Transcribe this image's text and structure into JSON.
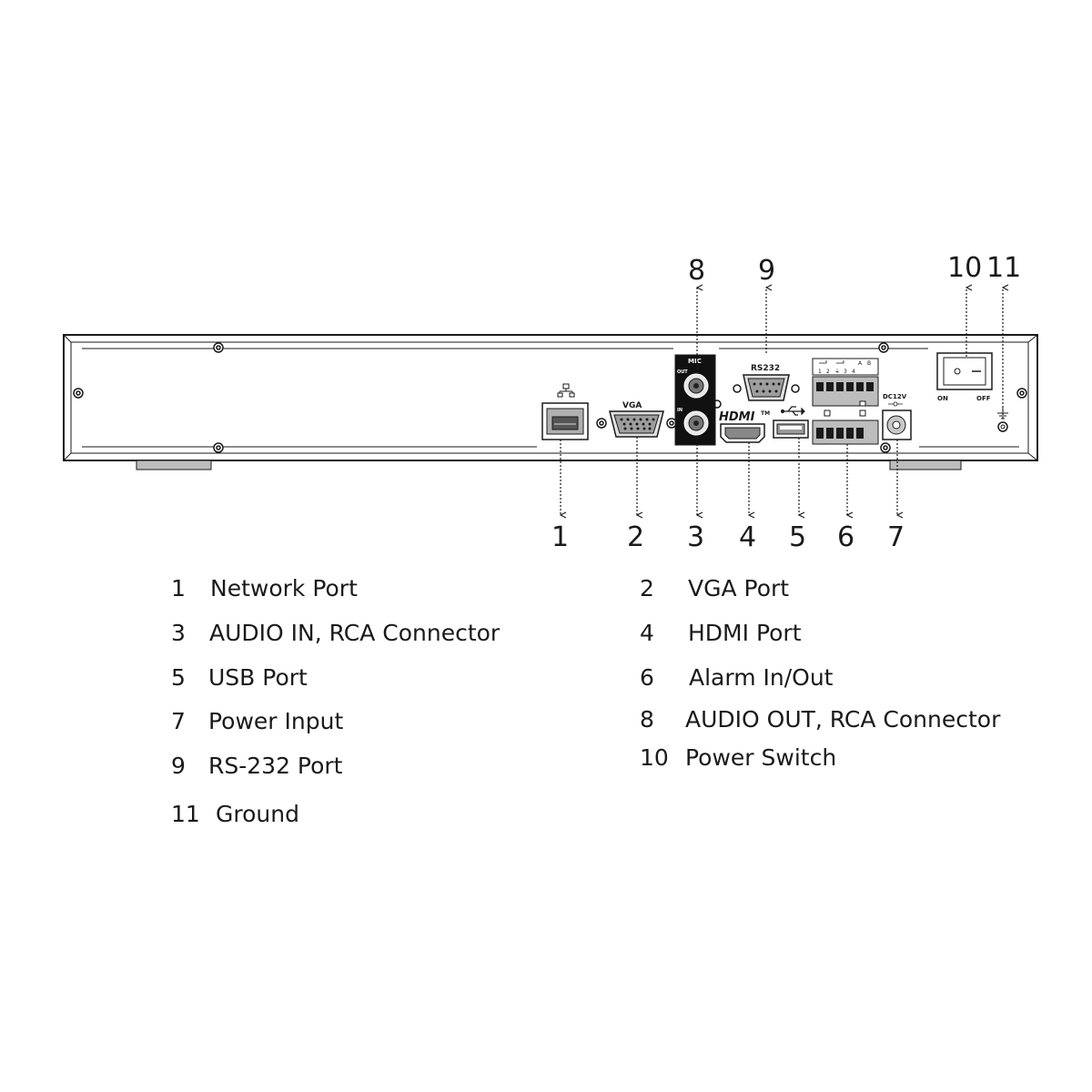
{
  "callouts": [
    "1",
    "2",
    "3",
    "4",
    "5",
    "6",
    "7",
    "8",
    "9",
    "10",
    "11"
  ],
  "panel_labels": {
    "vga": "VGA",
    "mic": "MIC",
    "mic_out": "OUT",
    "mic_in": "IN",
    "rs232": "RS232",
    "hdmi": "HDMI",
    "hdmi_tm": "TM",
    "alarm_top": [
      "1",
      "2",
      "⏚",
      "3",
      "4",
      "A",
      "B"
    ],
    "dc12v": "DC12V",
    "on": "ON",
    "off": "OFF"
  },
  "legend": [
    {
      "num": "1",
      "label": "Network Port"
    },
    {
      "num": "2",
      "label": "VGA Port"
    },
    {
      "num": "3",
      "label": "AUDIO IN, RCA Connector"
    },
    {
      "num": "4",
      "label": "HDMI Port"
    },
    {
      "num": "5",
      "label": "USB Port"
    },
    {
      "num": "6",
      "label": "Alarm In/Out"
    },
    {
      "num": "7",
      "label": "Power Input"
    },
    {
      "num": "8",
      "label": "AUDIO OUT, RCA Connector"
    },
    {
      "num": "9",
      "label": "RS-232 Port"
    },
    {
      "num": "10",
      "label": "Power Switch"
    },
    {
      "num": "11",
      "label": "Ground"
    }
  ],
  "icons": [
    "network-icon",
    "usb-icon",
    "ground-icon",
    "dc-polarity-icon"
  ]
}
